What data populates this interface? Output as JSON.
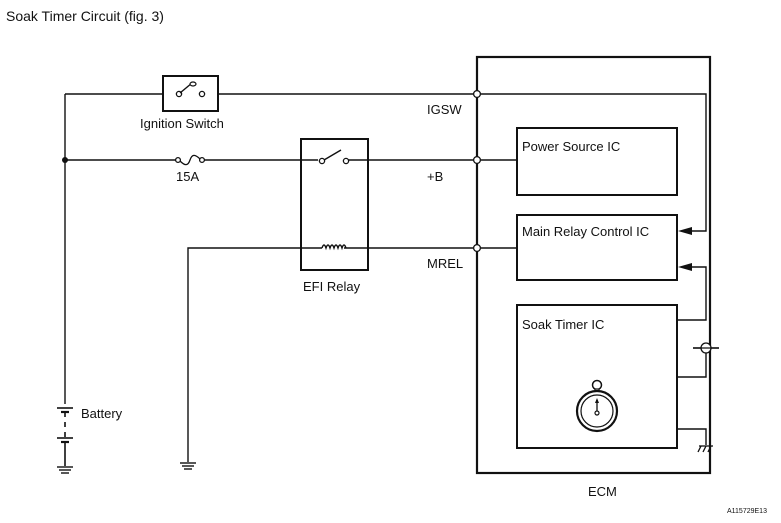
{
  "title": "Soak Timer Circuit (fig. 3)",
  "components": {
    "ignition_switch": "Ignition Switch",
    "fuse": "15A",
    "efi_relay": "EFI Relay",
    "battery": "Battery",
    "ecm": "ECM",
    "power_source_ic": "Power Source IC",
    "main_relay_control_ic": "Main Relay Control IC",
    "soak_timer_ic": "Soak Timer IC"
  },
  "terminals": {
    "igsw": "IGSW",
    "b_plus": "+B",
    "mrel": "MREL"
  },
  "figure_code": "A115729E13"
}
